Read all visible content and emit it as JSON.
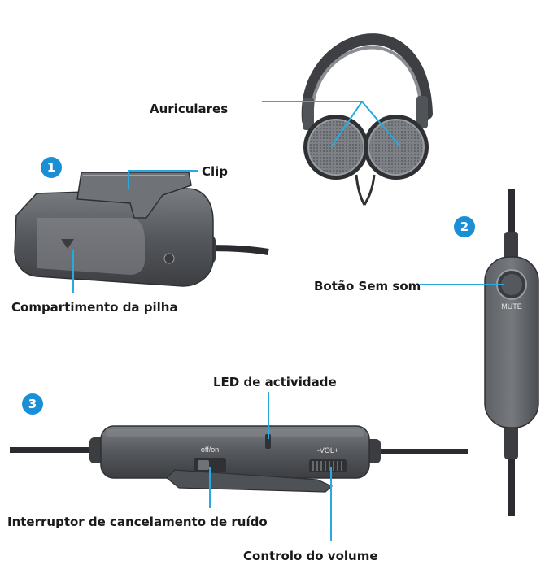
{
  "labels": {
    "auriculares": "Auriculares",
    "clip": "Clip",
    "compartimento": "Compartimento da pilha",
    "botao_sem_som": "Botão Sem som",
    "led": "LED de actividade",
    "interruptor": "Interruptor de cancelamento de ruído",
    "volume": "Controlo do volume"
  },
  "device_text": {
    "mute": "MUTE",
    "off_on": "off/on",
    "vol": "-VOL+"
  },
  "badges": [
    "1",
    "2",
    "3"
  ],
  "colors": {
    "accent": "#29a9e0",
    "badge": "#1b8fd6",
    "body_dark": "#4a4c50",
    "body_mid": "#6b6e72"
  }
}
